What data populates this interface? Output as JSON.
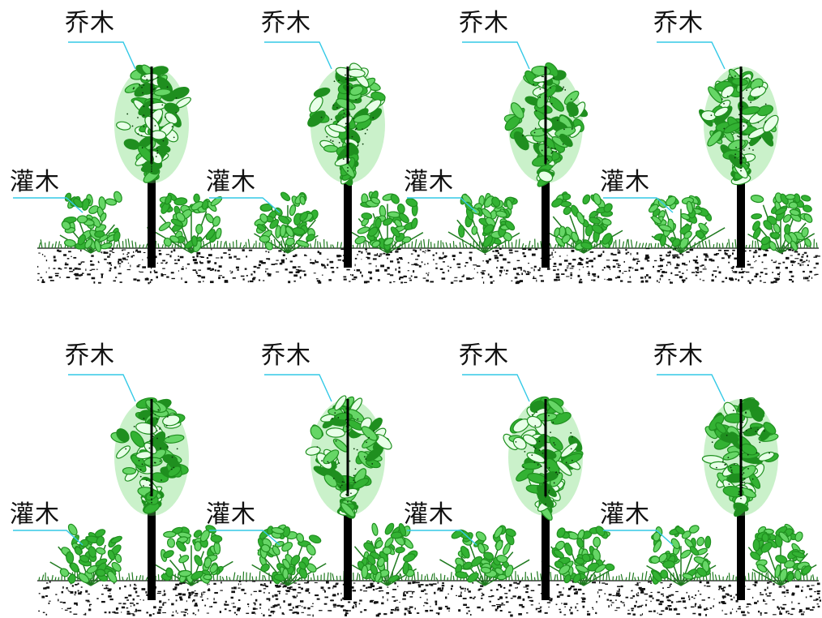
{
  "labels": {
    "tree": "乔木",
    "shrub": "灌木"
  },
  "colors": {
    "leaf_dark": "#1f8f1f",
    "leaf_mid": "#33b233",
    "leaf_light": "#66d666",
    "leaf_pale": "#e8ffe8",
    "trunk": "#000000",
    "soil": "#111111",
    "grass": "#1f7a1f",
    "leader_line": "#33c9e6"
  },
  "icons": {
    "tree": "tree-icon",
    "shrub": "shrub-icon",
    "soil": "soil-strip",
    "grass": "grass-fringe"
  }
}
